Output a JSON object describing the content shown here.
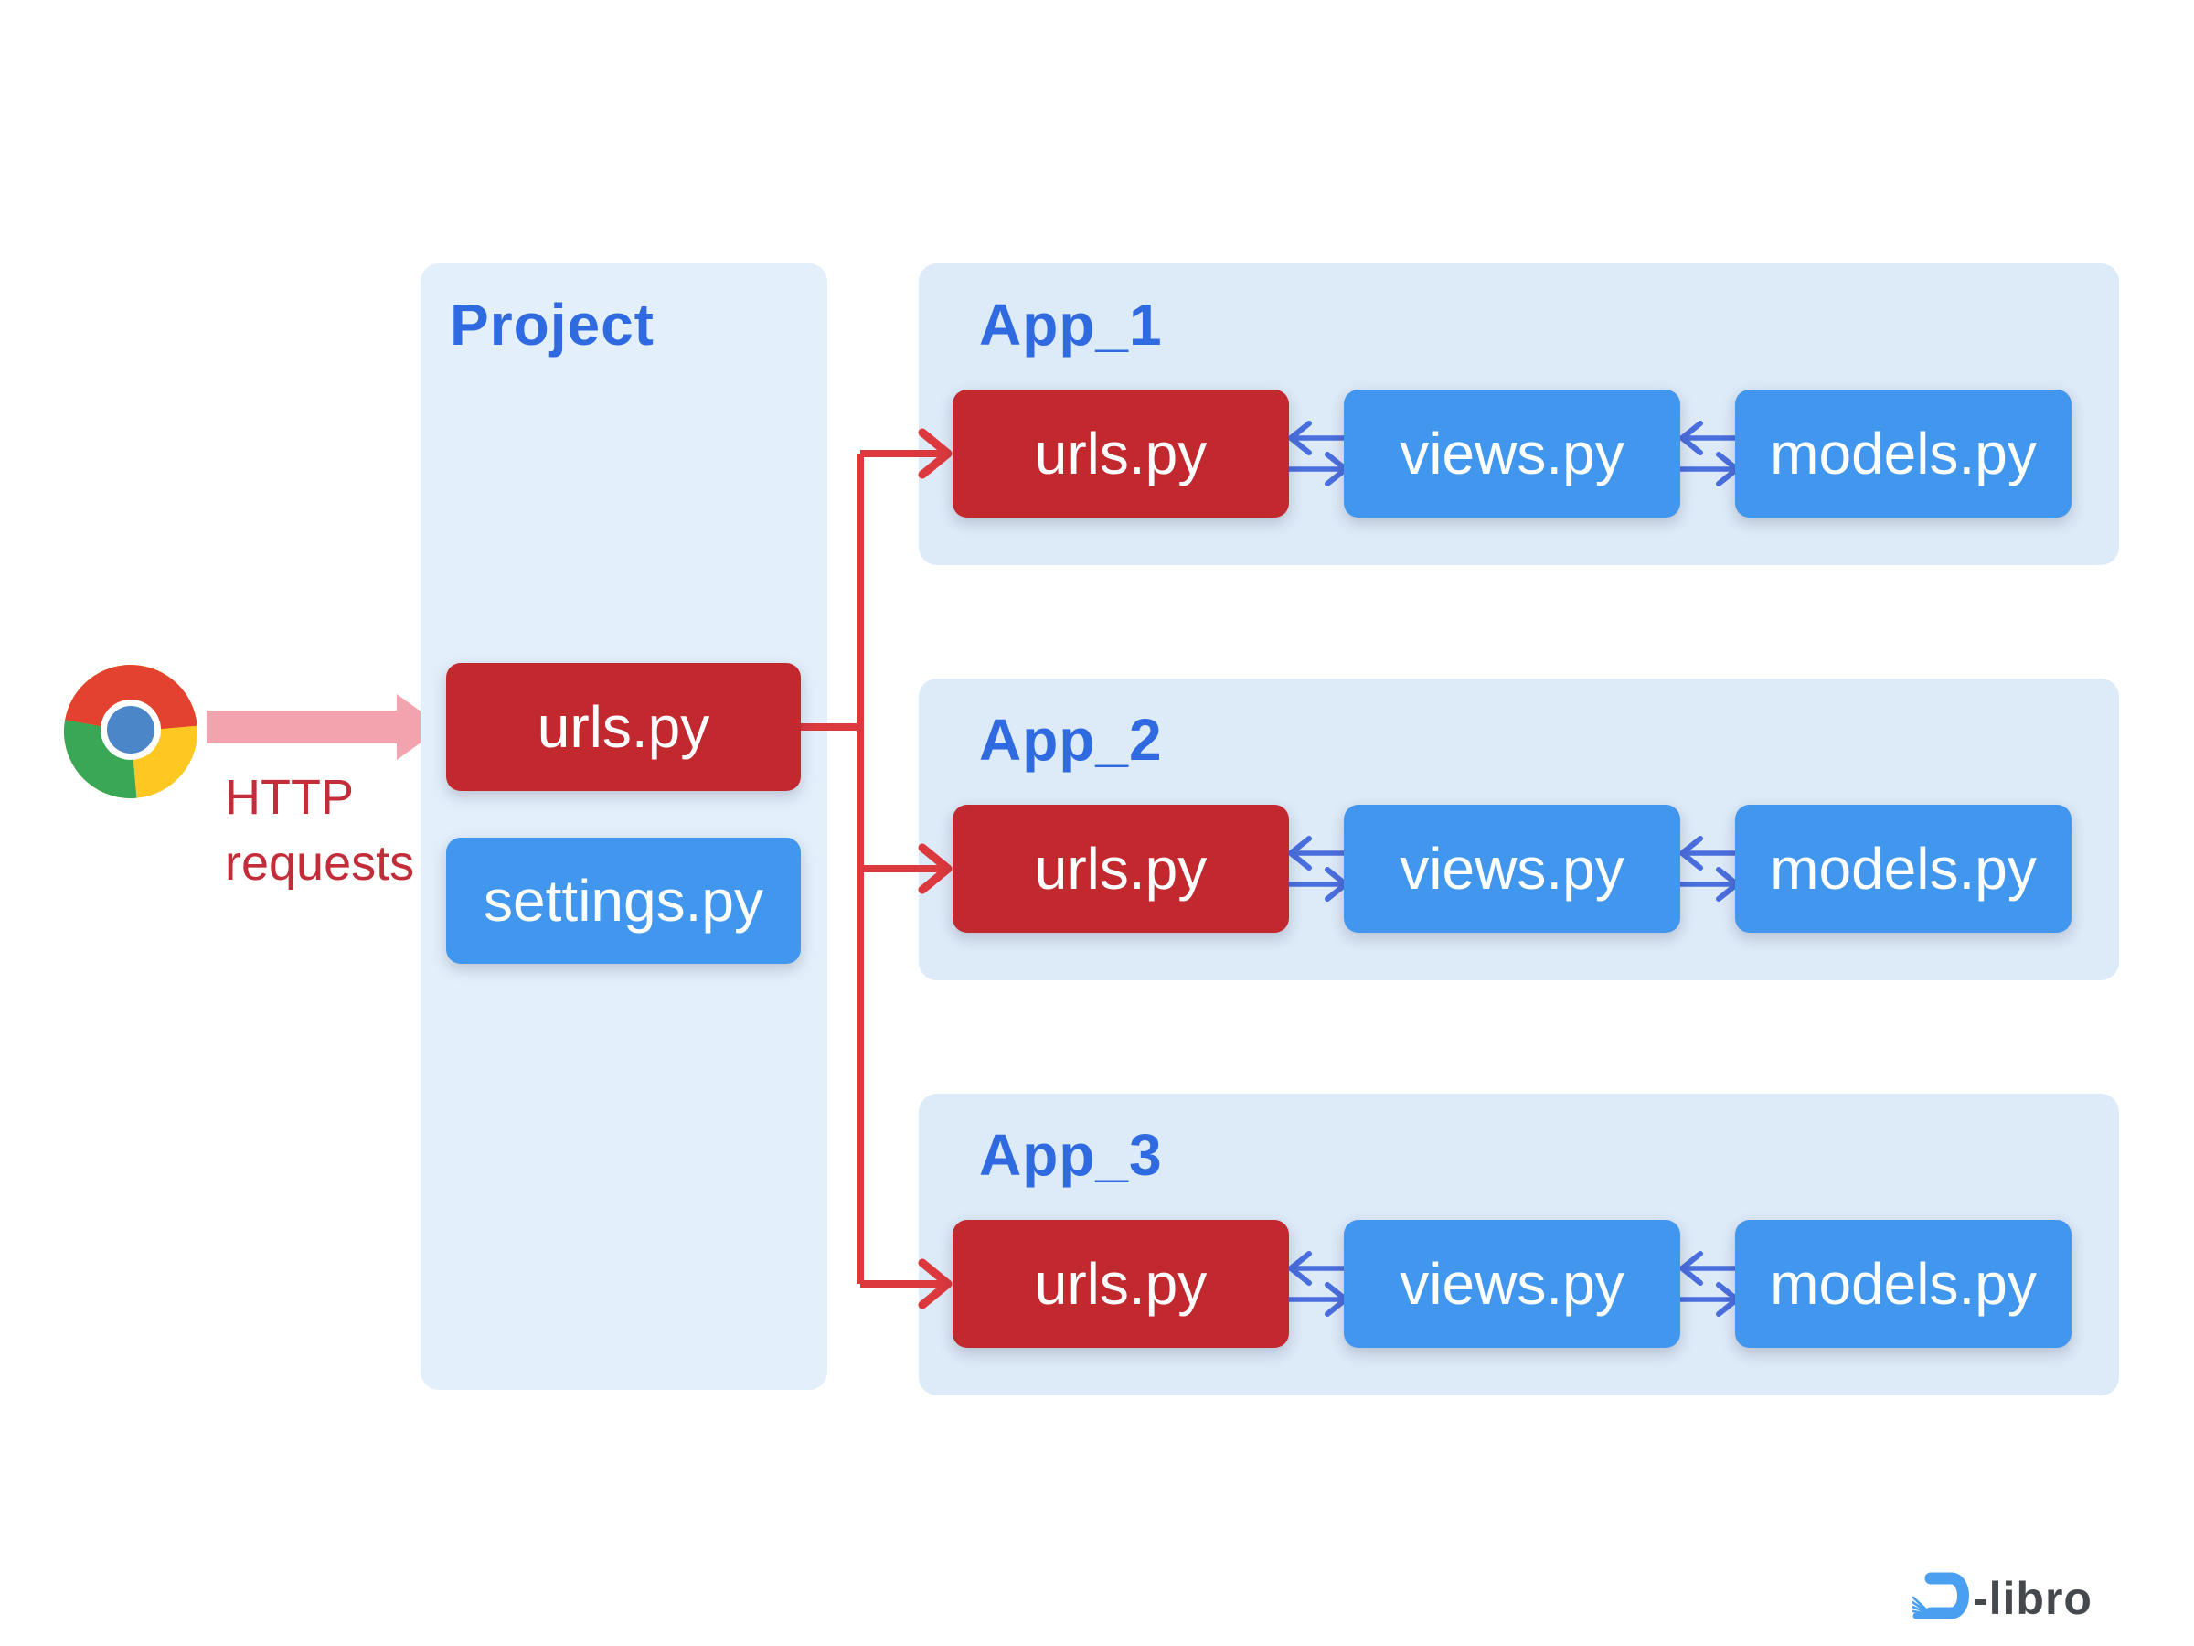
{
  "colors": {
    "page_bg": "#ffffff",
    "project_panel_bg": "#e3effb",
    "app_panel_bg": "#ddeaf8",
    "red_box": "#c2292f",
    "blue_box": "#4196ee",
    "red_routing_arrow": "#dc393e",
    "blue_data_arrow": "#4a6edd",
    "pink_request_arrow": "#f2a3ad",
    "panel_title_blue": "#2f6ae0",
    "http_label_red": "#c22d39",
    "logo_blue": "#4aa0f0",
    "logo_dark": "#45494e",
    "chrome_red": "#e2422f",
    "chrome_green": "#3aa757",
    "chrome_yellow": "#fcc821",
    "chrome_blue": "#4a86c8"
  },
  "browser": {
    "icon": "chrome-icon",
    "request_label_line1": "HTTP",
    "request_label_line2": "requests"
  },
  "project": {
    "title": "Project",
    "urls_label": "urls.py",
    "settings_label": "settings.py"
  },
  "apps": [
    {
      "title": "App_1",
      "urls_label": "urls.py",
      "views_label": "views.py",
      "models_label": "models.py"
    },
    {
      "title": "App_2",
      "urls_label": "urls.py",
      "views_label": "views.py",
      "models_label": "models.py"
    },
    {
      "title": "App_3",
      "urls_label": "urls.py",
      "views_label": "views.py",
      "models_label": "models.py"
    }
  ],
  "logo": {
    "text": "-libro"
  }
}
